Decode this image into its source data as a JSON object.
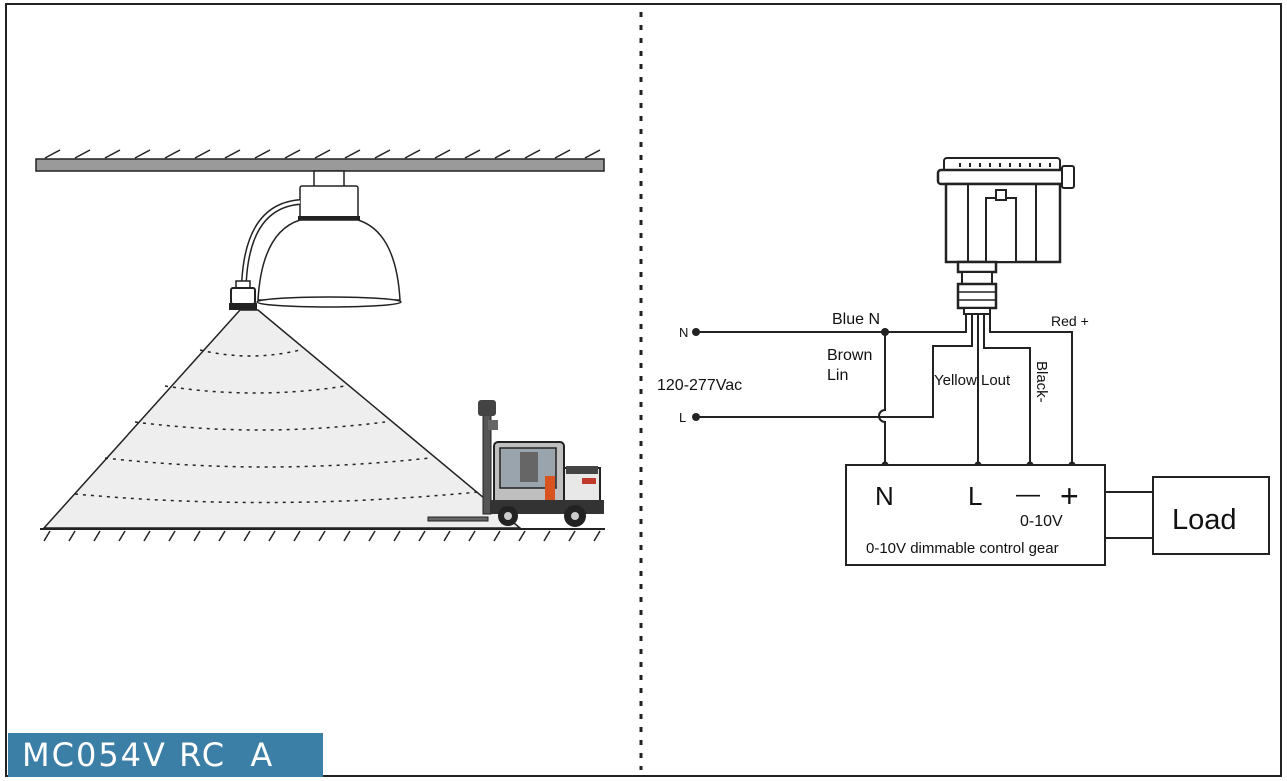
{
  "model_label": "MC054V RC  A",
  "wiring": {
    "terminal_n": "N",
    "terminal_l": "L",
    "supply_voltage": "120-277Vac",
    "blue_wire": "Blue N",
    "brown_wire": "Brown",
    "brown_wire_sub": "Lin",
    "yellow_wire": "Yellow Lout",
    "black_wire": "Black-",
    "red_wire": "Red +"
  },
  "control_gear": {
    "label": "0-10V dimmable control gear",
    "term_n": "N",
    "term_l": "L",
    "term_minus": "—",
    "term_plus": "+",
    "dim_label": "0-10V"
  },
  "load": {
    "label": "Load"
  },
  "colors": {
    "model_tag_bg": "#3c7fa6",
    "detection_zone": "#eeeeee",
    "lamp_body": "#ffffff",
    "ceiling": "#9a9a9a"
  }
}
